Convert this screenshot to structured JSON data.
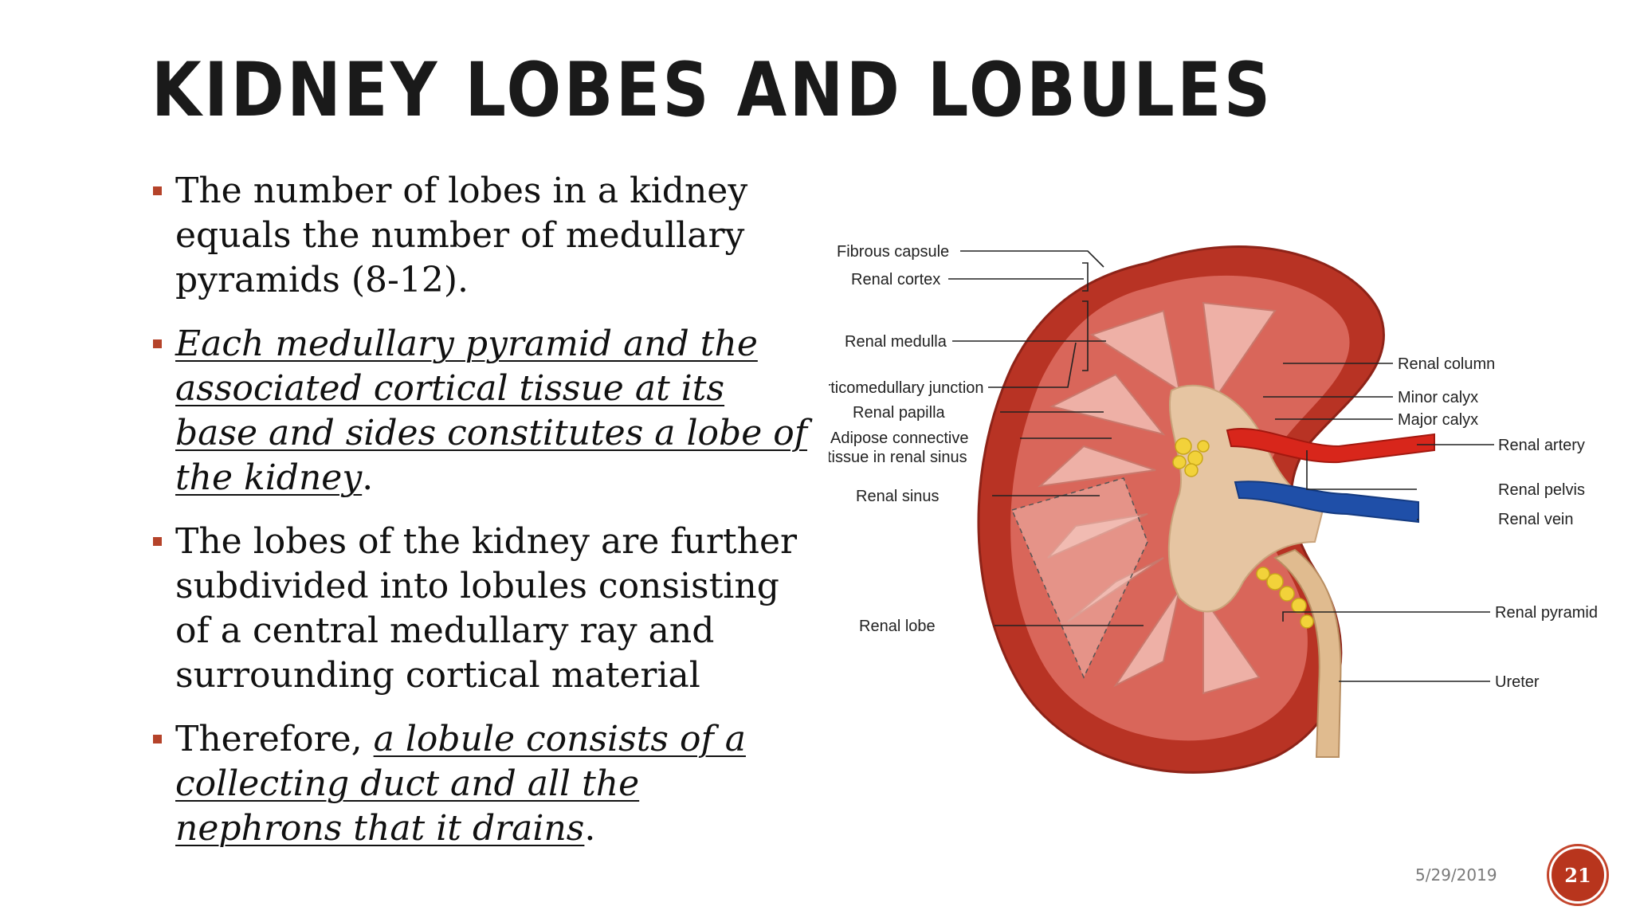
{
  "slide": {
    "title": "KIDNEY LOBES AND LOBULES",
    "bullets": [
      {
        "text": "The number of lobes in a kidney equals the number of medullary pyramids (8-12)."
      },
      {
        "emphasis": "Each medullary pyramid and the associated cortical tissue at its base and sides constitutes a lobe of the kidney",
        "after": "."
      },
      {
        "text": "The lobes of the kidney are further subdivided into lobules consisting of a central medullary ray and surrounding cortical material"
      },
      {
        "before": "Therefore, ",
        "emphasis": "a lobule consists of a collecting duct and all the nephrons that it drains",
        "after": "."
      }
    ],
    "date": "5/29/2019",
    "page_number": "21"
  },
  "diagram": {
    "labels": {
      "fibrous_capsule": "Fibrous capsule",
      "renal_cortex": "Renal cortex",
      "renal_medulla": "Renal medulla",
      "corticomedullary_junction": "Corticomedullary junction",
      "renal_papilla": "Renal papilla",
      "adipose_line1": "Adipose connective",
      "adipose_line2": "tissue in renal sinus",
      "renal_sinus": "Renal sinus",
      "renal_lobe": "Renal lobe",
      "renal_column": "Renal column",
      "minor_calyx": "Minor calyx",
      "major_calyx": "Major calyx",
      "renal_artery": "Renal artery",
      "renal_pelvis": "Renal pelvis",
      "renal_vein": "Renal vein",
      "renal_pyramid": "Renal pyramid",
      "ureter": "Ureter"
    }
  },
  "colors": {
    "accent": "#b5432a",
    "badge": "#b8351d",
    "cortex": "#c0392b",
    "pyramid": "#e9a49a",
    "artery": "#d8261b",
    "vein": "#1f4fa8",
    "fat": "#f2d23a"
  }
}
